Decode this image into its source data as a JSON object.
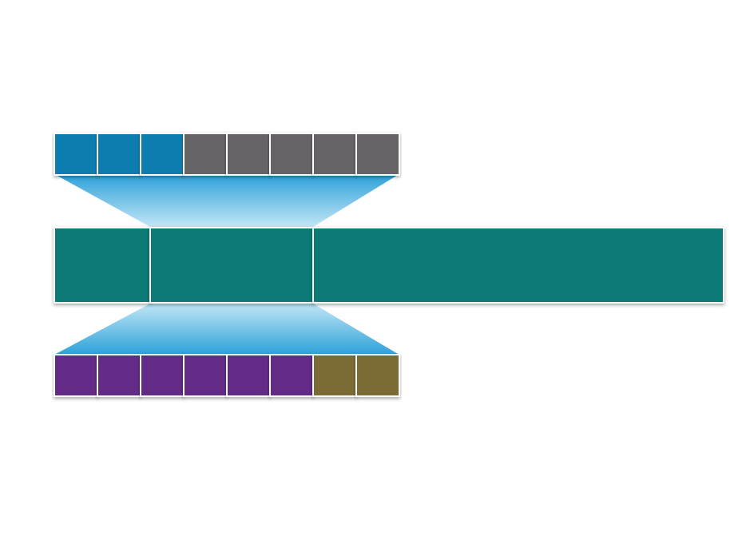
{
  "diagram": {
    "colors": {
      "blue_cell": "#0A7DAF",
      "gray_cell": "#666466",
      "teal_segment": "#0A7A75",
      "purple_cell": "#642A87",
      "olive_cell": "#7B6A35",
      "connector_light": "#C2E6F6",
      "connector_dark": "#2FA2D9",
      "border": "#ffffff"
    },
    "top_row": {
      "cells": [
        {
          "kind": "blue"
        },
        {
          "kind": "blue"
        },
        {
          "kind": "blue"
        },
        {
          "kind": "gray"
        },
        {
          "kind": "gray"
        },
        {
          "kind": "gray"
        },
        {
          "kind": "gray"
        },
        {
          "kind": "gray"
        }
      ]
    },
    "middle_bar": {
      "segments": [
        {
          "kind": "teal"
        },
        {
          "kind": "teal",
          "expanded": true
        },
        {
          "kind": "teal"
        }
      ]
    },
    "bottom_row": {
      "cells": [
        {
          "kind": "purple"
        },
        {
          "kind": "purple"
        },
        {
          "kind": "purple"
        },
        {
          "kind": "purple"
        },
        {
          "kind": "purple"
        },
        {
          "kind": "purple"
        },
        {
          "kind": "olive"
        },
        {
          "kind": "olive"
        }
      ]
    }
  }
}
